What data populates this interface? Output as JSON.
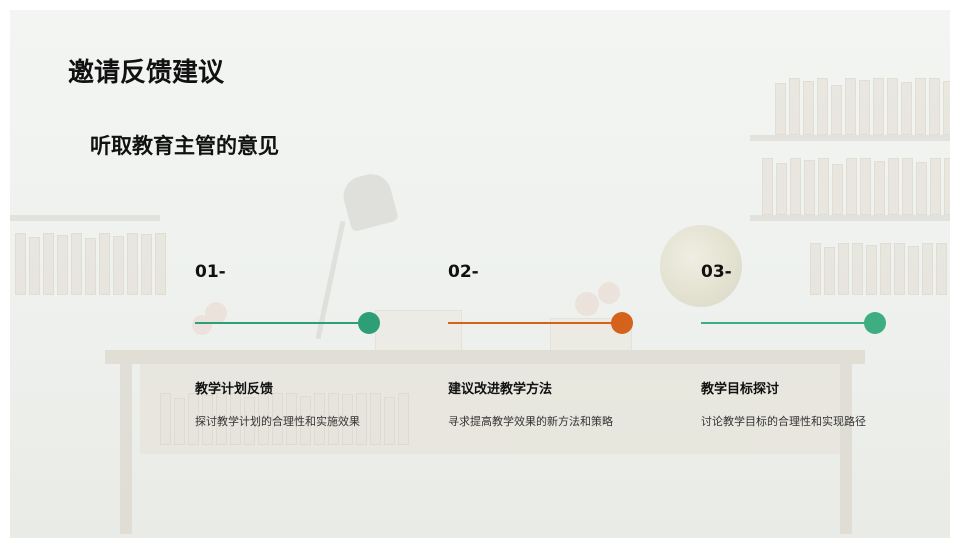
{
  "slide": {
    "title": "邀请反馈建议",
    "subtitle": "听取教育主管的意见"
  },
  "steps": [
    {
      "number": "01-",
      "heading": "教学计划反馈",
      "description": "探讨教学计划的合理性和实施效果",
      "color": "#2e9e77"
    },
    {
      "number": "02-",
      "heading": "建议改进教学方法",
      "description": "寻求提高教学效果的新方法和策略",
      "color": "#d4621a"
    },
    {
      "number": "03-",
      "heading": "教学目标探讨",
      "description": "讨论教学目标的合理性和实现路径",
      "color": "#3fad82"
    }
  ]
}
